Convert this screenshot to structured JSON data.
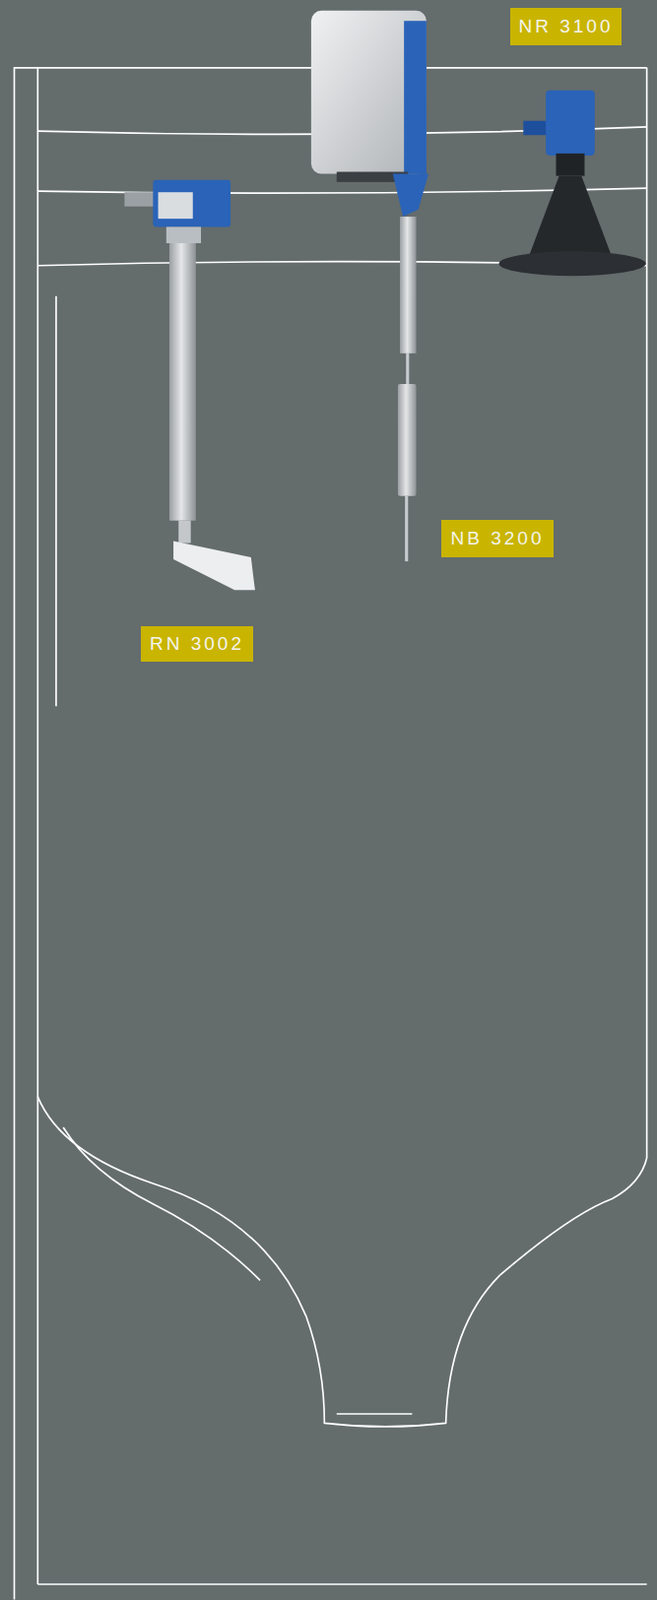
{
  "diagram": {
    "nodes": [
      {
        "text": [
          "NR 3100"
        ]
      },
      {
        "text": [
          "NB 3200"
        ]
      },
      {
        "text": [
          "RN 3002"
        ]
      }
    ]
  }
}
